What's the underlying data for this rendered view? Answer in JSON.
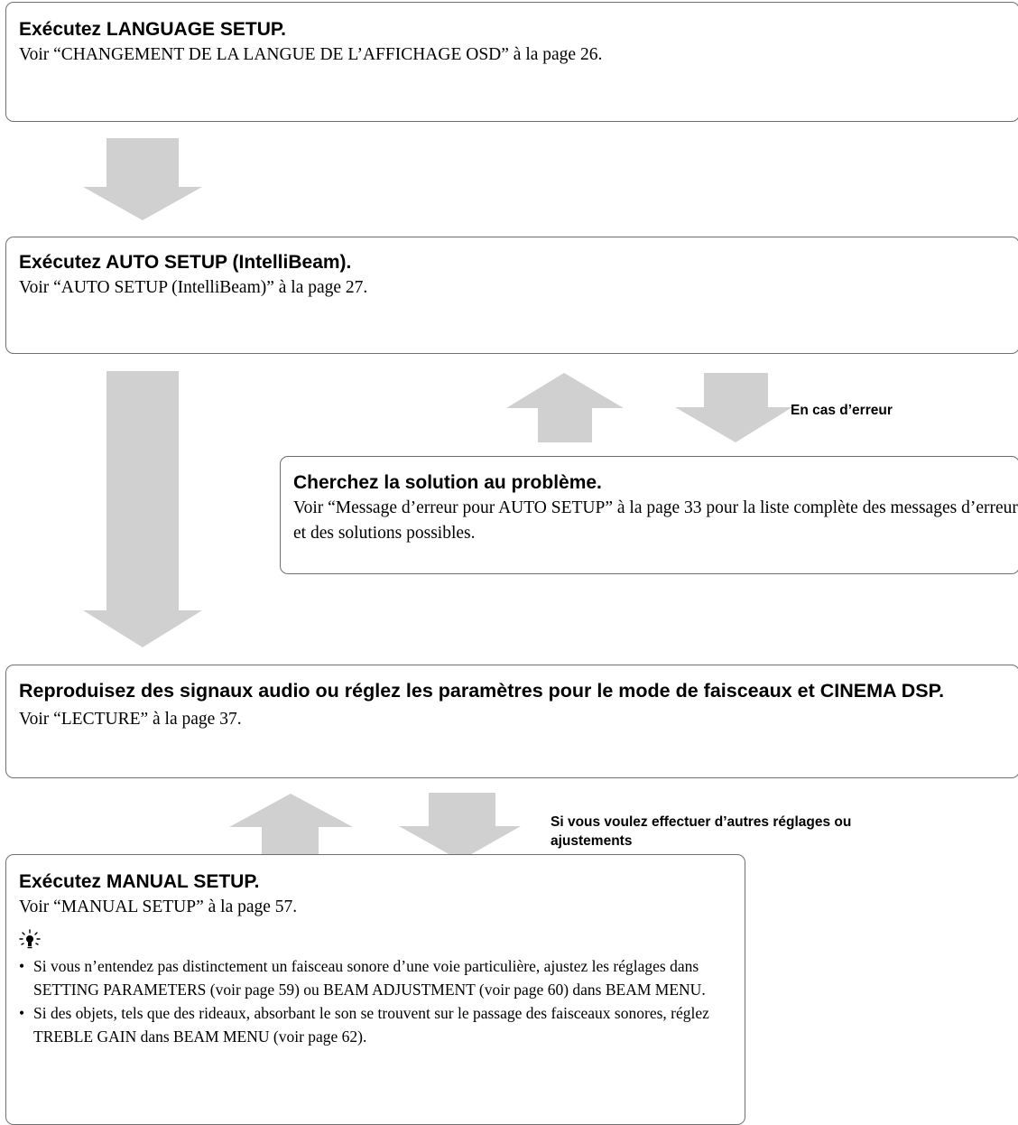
{
  "steps": [
    {
      "title": "Exécutez LANGUAGE SETUP.",
      "text": "Voir “CHANGEMENT DE LA LANGUE DE L’AFFICHAGE OSD” à la page 26."
    },
    {
      "title": "Exécutez AUTO SETUP (IntelliBeam).",
      "text": "Voir “AUTO SETUP (IntelliBeam)” à la page 27."
    },
    {
      "title": "Cherchez la solution au problème.",
      "text": "Voir “Message d’erreur pour AUTO SETUP” à la page 33 pour la liste complète des messages d’erreur et des solutions possibles."
    },
    {
      "title": "Reproduisez des signaux audio ou réglez les paramètres pour le mode de faisceaux et CINEMA DSP.",
      "text": "Voir “LECTURE” à la page 37."
    },
    {
      "title": "Exécutez MANUAL SETUP.",
      "text": "Voir “MANUAL SETUP” à la page 57."
    }
  ],
  "labels": {
    "on_error": "En cas d’erreur",
    "more_adjustments": "Si vous voulez effectuer d’autres réglages ou ajustements"
  },
  "tips": {
    "icon": "lightbulb-tip-icon",
    "items": [
      "Si vous n’entendez pas distinctement un faisceau sonore d’une voie particulière, ajustez les réglages dans SETTING PARAMETERS (voir page 59) ou BEAM ADJUSTMENT (voir page 60) dans BEAM MENU.",
      "Si des objets, tels que des rideaux, absorbant le son se trouvent sur le passage des faisceaux sonores, réglez TREBLE GAIN dans BEAM MENU (voir page 62)."
    ]
  },
  "colors": {
    "arrow": "#d0d0d0",
    "border": "#6f6f6f",
    "text": "#000000"
  }
}
